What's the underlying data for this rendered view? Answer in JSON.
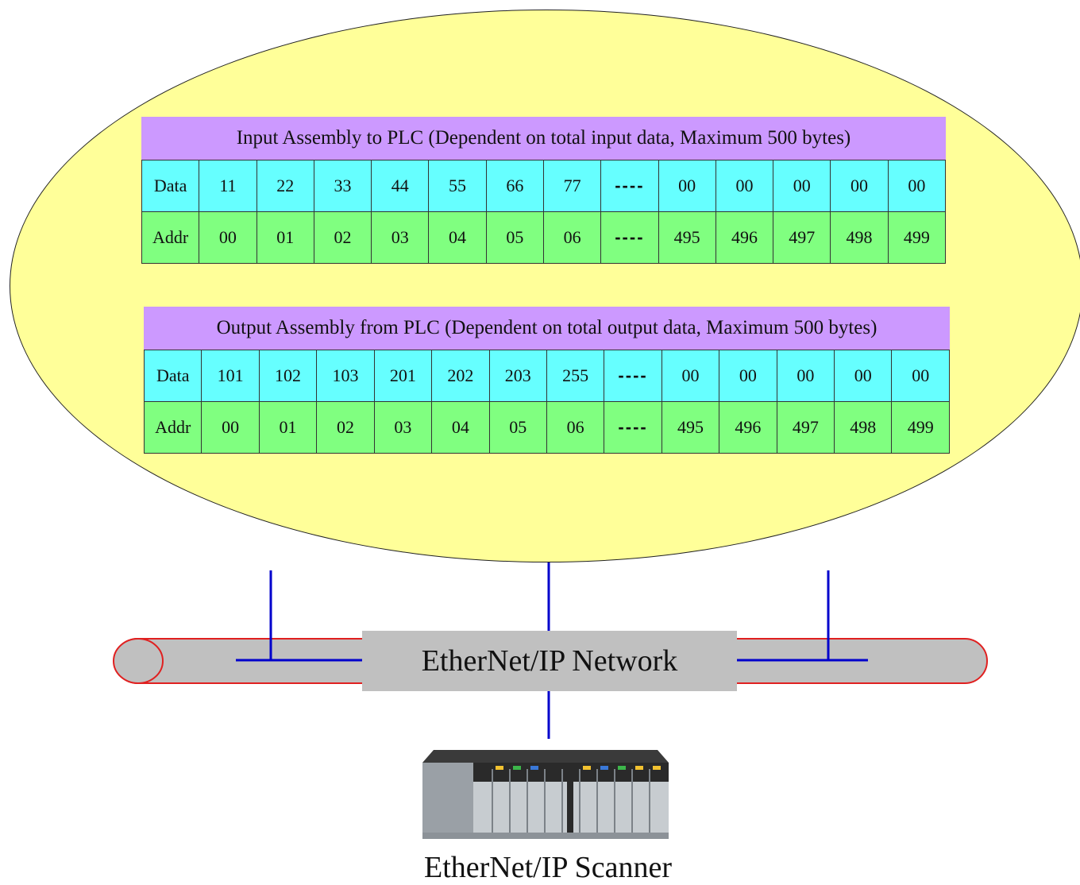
{
  "input_assembly": {
    "title": "Input Assembly to PLC (Dependent on total input data, Maximum 500 bytes)",
    "row_labels": {
      "data": "Data",
      "addr": "Addr"
    },
    "data": [
      "11",
      "22",
      "33",
      "44",
      "55",
      "66",
      "77",
      "----",
      "00",
      "00",
      "00",
      "00",
      "00"
    ],
    "addr": [
      "00",
      "01",
      "02",
      "03",
      "04",
      "05",
      "06",
      "----",
      "495",
      "496",
      "497",
      "498",
      "499"
    ]
  },
  "output_assembly": {
    "title": "Output Assembly from PLC (Dependent on total output data, Maximum 500 bytes)",
    "row_labels": {
      "data": "Data",
      "addr": "Addr"
    },
    "data": [
      "101",
      "102",
      "103",
      "201",
      "202",
      "203",
      "255",
      "----",
      "00",
      "00",
      "00",
      "00",
      "00"
    ],
    "addr": [
      "00",
      "01",
      "02",
      "03",
      "04",
      "05",
      "06",
      "----",
      "495",
      "496",
      "497",
      "498",
      "499"
    ]
  },
  "network": {
    "label": "EtherNet/IP Network"
  },
  "scanner": {
    "label": "EtherNet/IP Scanner"
  },
  "colors": {
    "ellipse_fill": "#ffff99",
    "header_fill": "#cc99ff",
    "data_fill": "#66ffff",
    "addr_fill": "#80ff80",
    "cable_outline": "#e02020",
    "cable_fill": "#c0c0c0",
    "link_line": "#0000cc"
  }
}
